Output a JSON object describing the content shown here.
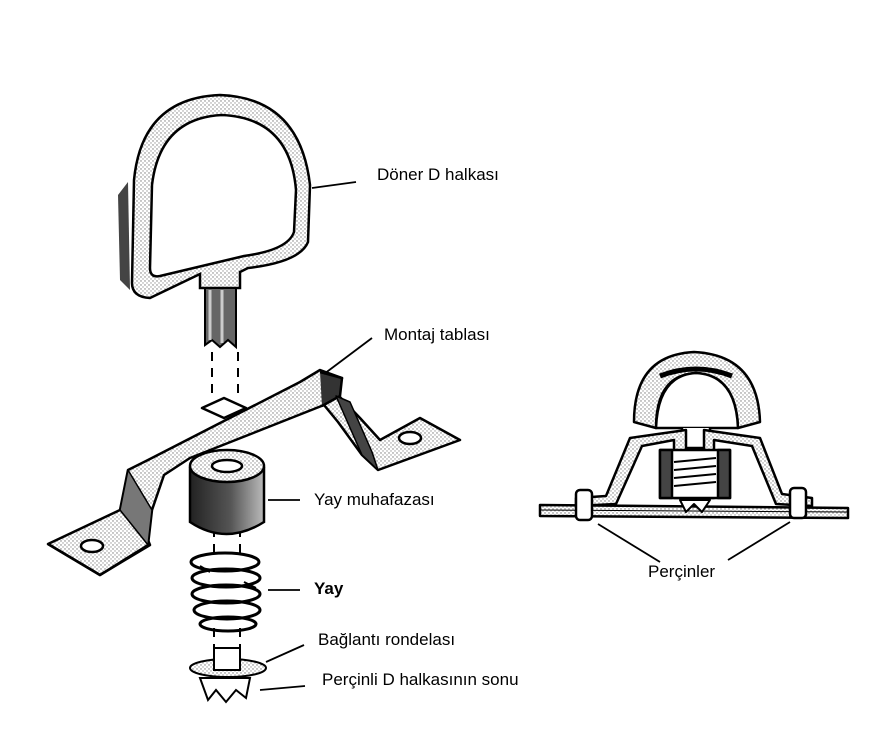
{
  "labels": {
    "d_ring": "Döner D halkası",
    "mounting_plate": "Montaj tablası",
    "spring_housing": "Yay muhafazası",
    "spring": "Yay",
    "connecting_washer": "Bağlantı rondelası",
    "riveted_end": "Perçinli D halkasının sonu",
    "rivets": "Perçinler"
  },
  "colors": {
    "ink": "#000000",
    "shade": "#555555",
    "background": "#ffffff"
  }
}
